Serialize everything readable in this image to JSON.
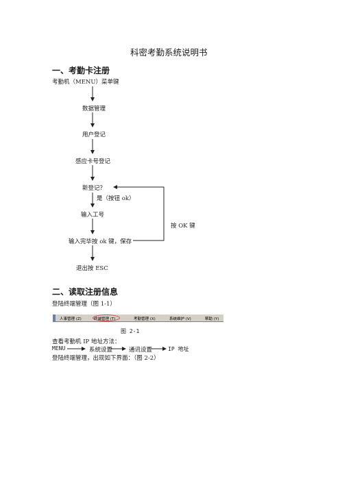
{
  "doc_title": "科密考勤系统说明书",
  "section1": {
    "heading": "一、考勤卡注册",
    "intro": "考勤机（MENU）菜单键",
    "flow": {
      "step1": "数据管理",
      "step2": "用户登记",
      "step3": "感应卡号登记",
      "step4": "新登记？",
      "yes_note": "是（按钮 ok）",
      "step5": "输入工号",
      "step6": "输入完毕按 ok 键，保存",
      "step7": "退出按 ESC",
      "loop_label": "按 OK 键"
    }
  },
  "section2": {
    "heading": "二、读取注册信息",
    "intro": "登陆终端管理（图 1-1）",
    "menubar": {
      "items": [
        "人事管理 (Z)",
        "终端管理 (T)",
        "考勤管理 (X)",
        "系统维护 (V)",
        "帮助 (Y)"
      ]
    },
    "figure_caption": "图 2-1",
    "ip_method": "查看考勤机 IP 地址方法：",
    "path": [
      "MENU",
      "系统设置",
      "通讯设置",
      "IP 地址"
    ],
    "next_line": "登陆终端管理，出现如下界面：（图 2-2）"
  }
}
